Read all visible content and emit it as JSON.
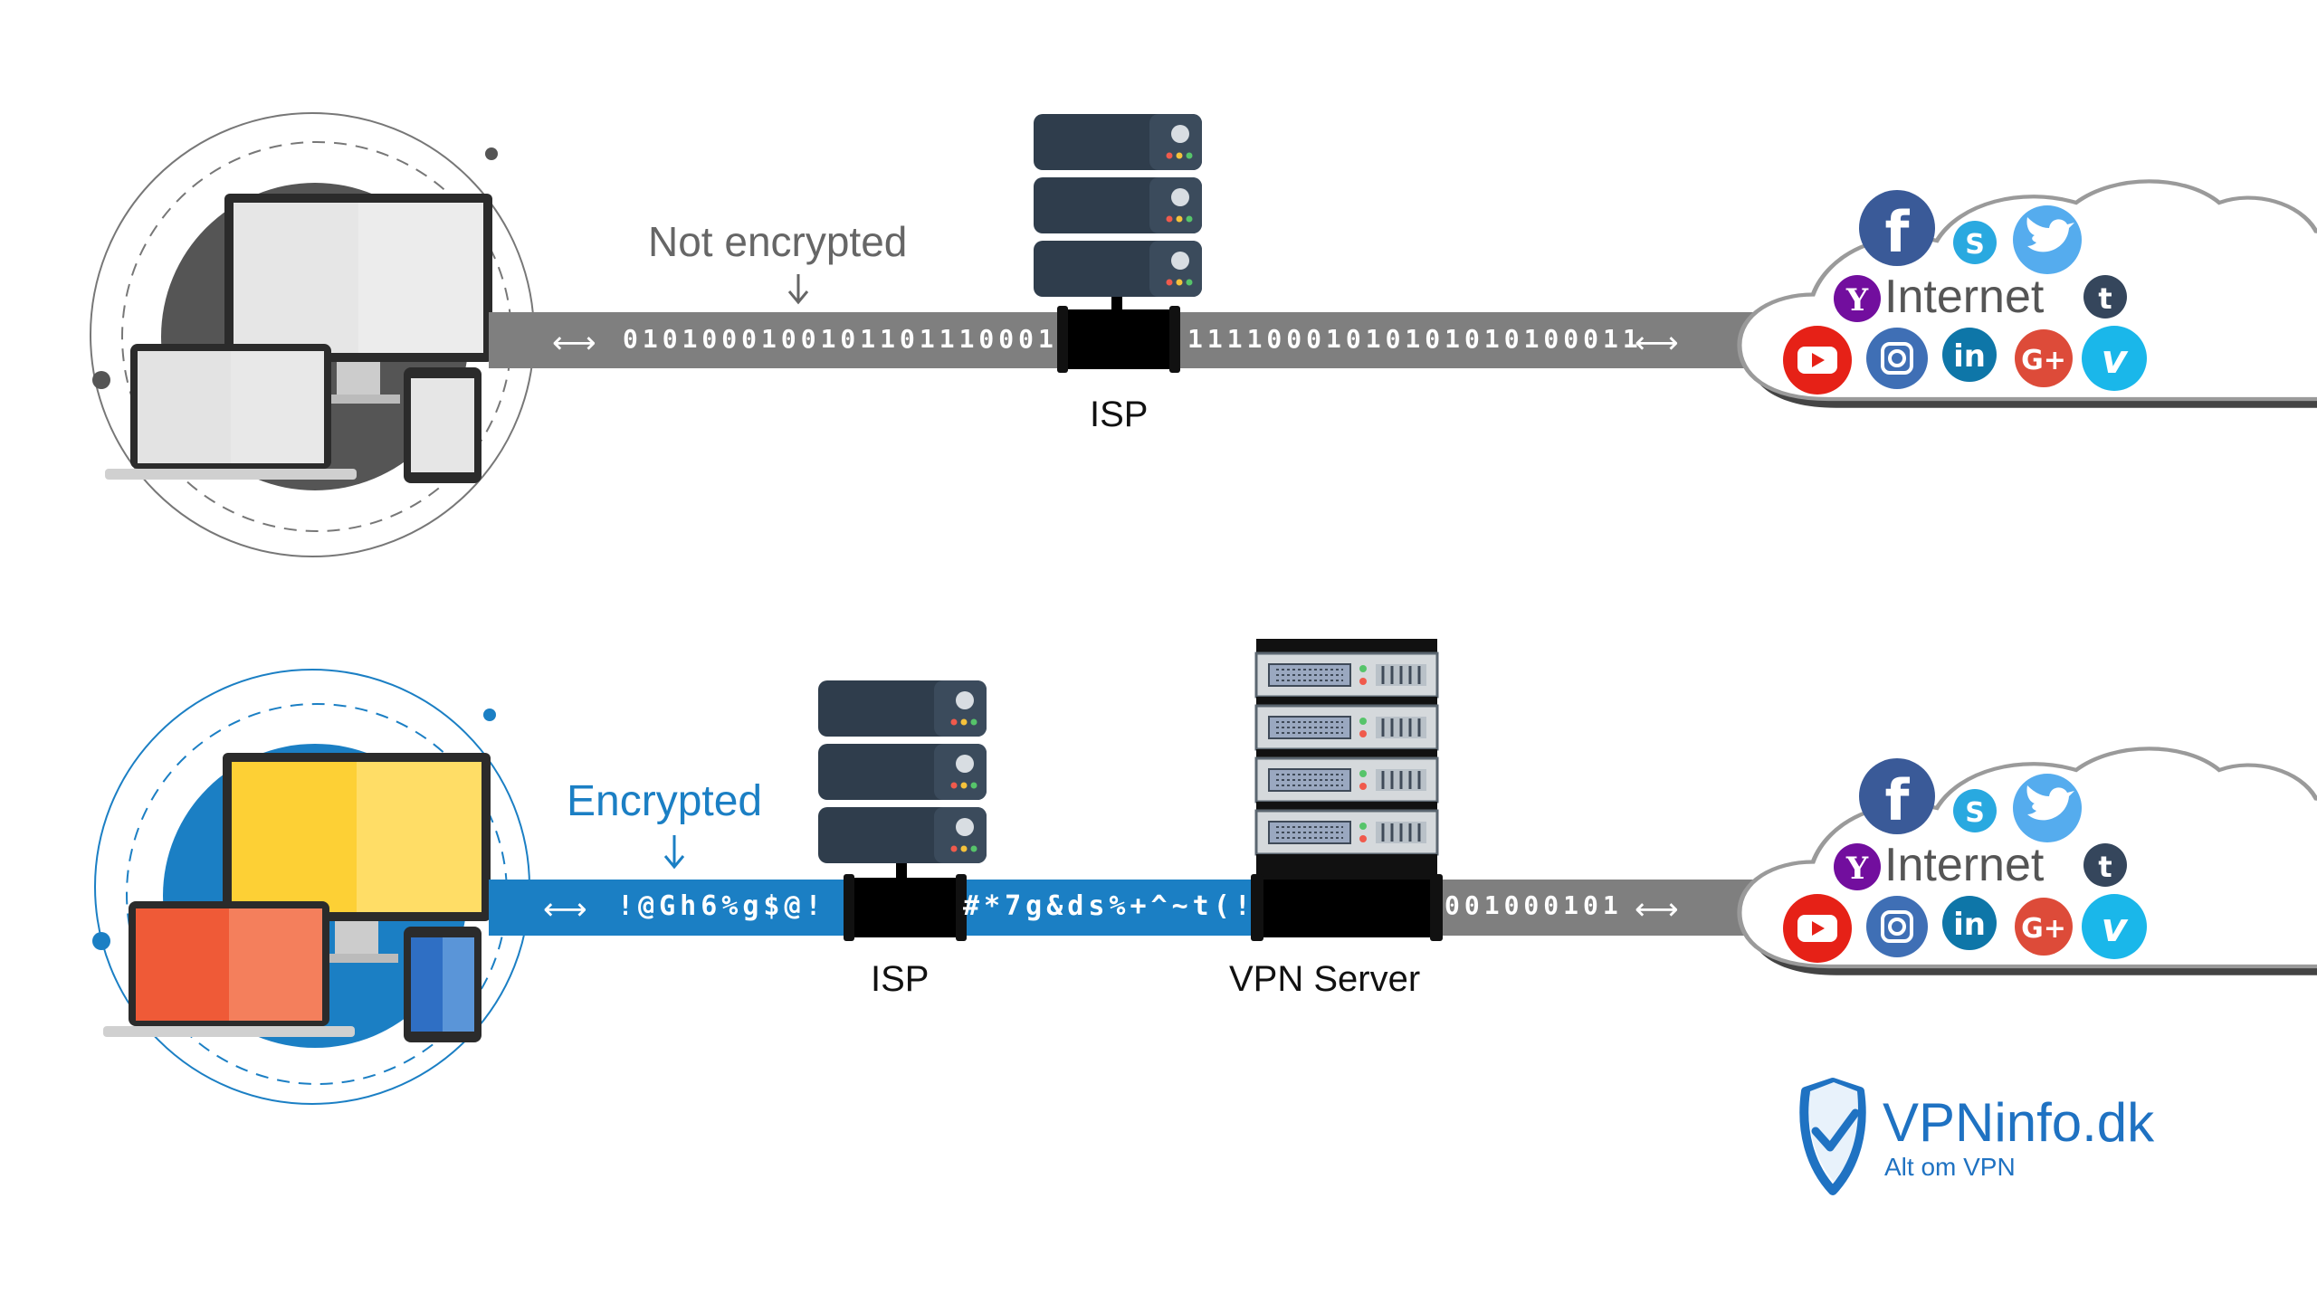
{
  "top": {
    "label": "Not encrypted",
    "stream_left": "0101000100101101110001",
    "stream_right": "11110001010101010100011",
    "isp_label": "ISP",
    "internet_label": "Internet"
  },
  "bottom": {
    "label": "Encrypted",
    "stream_a": "!@Gh6%g$@!",
    "stream_b": "#*7g&ds%+^~t(!=",
    "stream_c": "001000101",
    "isp_label": "ISP",
    "vpn_label": "VPN Server",
    "internet_label": "Internet"
  },
  "brand": {
    "name": "VPNinfo.dk",
    "tagline": "Alt om VPN"
  },
  "colors": {
    "pipe_gray": "#7f7f7f",
    "pipe_blue": "#1b7fc4",
    "server_dark": "#2f3d4c",
    "text_gray": "#666666",
    "brand_blue": "#1f72c2"
  },
  "icons": {
    "social": [
      "facebook-icon",
      "skype-icon",
      "twitter-icon",
      "yahoo-icon",
      "tumblr-icon",
      "youtube-icon",
      "instagram-icon",
      "linkedin-icon",
      "googleplus-icon",
      "vimeo-icon"
    ],
    "arrow": "double-arrow-icon"
  }
}
